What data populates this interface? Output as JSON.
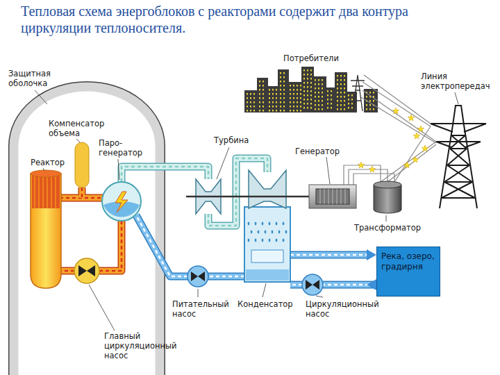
{
  "diagram": {
    "title": "Тепловая схема энергоблоков с реакторами содержит два контура циркуляции теплоносителя.",
    "nodes": [
      {
        "text": [
          "Река, озеро, градирня"
        ]
      }
    ],
    "labels": [
      "Защитная оболочка",
      "Компенсатор объема",
      "Реактор",
      "Паро-генератор",
      "Турбина",
      "Генератор",
      "Потребители",
      "Линия электропередач",
      "Трансформатор",
      "Питательный насос",
      "Конденсатор",
      "Циркуляционный насос",
      "Главный циркуляционный насос"
    ]
  }
}
